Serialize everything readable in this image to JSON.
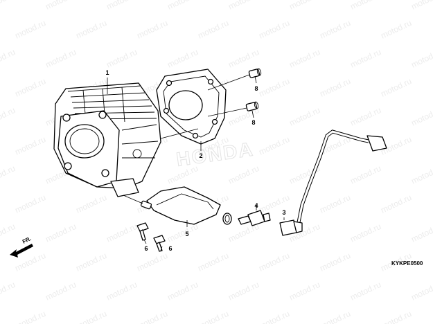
{
  "watermark": {
    "text": "motod.ru",
    "brand": "HONDA"
  },
  "callouts": [
    {
      "id": "1",
      "label": "1"
    },
    {
      "id": "2",
      "label": "2"
    },
    {
      "id": "3",
      "label": "3"
    },
    {
      "id": "4",
      "label": "4"
    },
    {
      "id": "5",
      "label": "5"
    },
    {
      "id": "6a",
      "label": "6"
    },
    {
      "id": "6b",
      "label": "6"
    },
    {
      "id": "8a",
      "label": "8"
    },
    {
      "id": "8b",
      "label": "8"
    }
  ],
  "direction_label": "FR.",
  "diagram_code": "KYKPE0500"
}
